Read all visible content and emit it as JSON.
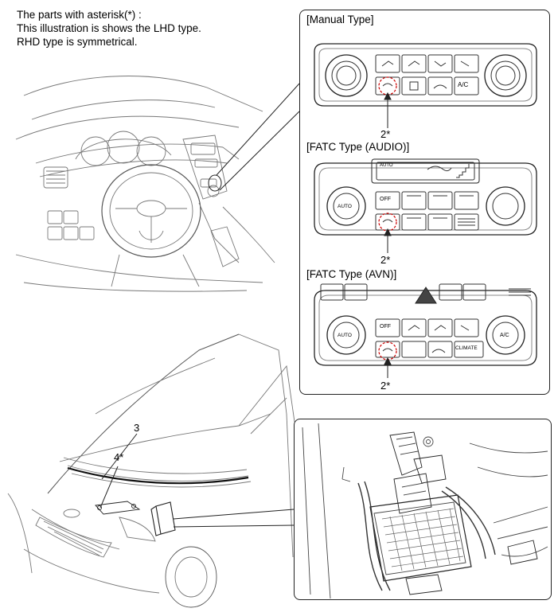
{
  "note": {
    "line1": "The parts with asterisk(*) :",
    "line2": "This illustration is shows the LHD type.",
    "line3": "RHD type is symmetrical."
  },
  "panels": {
    "manual": {
      "title": "[Manual Type]",
      "callout": "2*",
      "ac": "A/C"
    },
    "fatc_audio": {
      "title": "[FATC Type (AUDIO)]",
      "callout": "2*",
      "auto": "AUTO",
      "off": "OFF",
      "display": "AUTO"
    },
    "fatc_avn": {
      "title": "[FATC Type (AVN)]",
      "callout": "2*",
      "auto": "AUTO",
      "off": "OFF",
      "ac": "A/C",
      "climate": "CLIMATE"
    }
  },
  "vehicle_callouts": {
    "hood": "3",
    "sensor": "4*"
  }
}
